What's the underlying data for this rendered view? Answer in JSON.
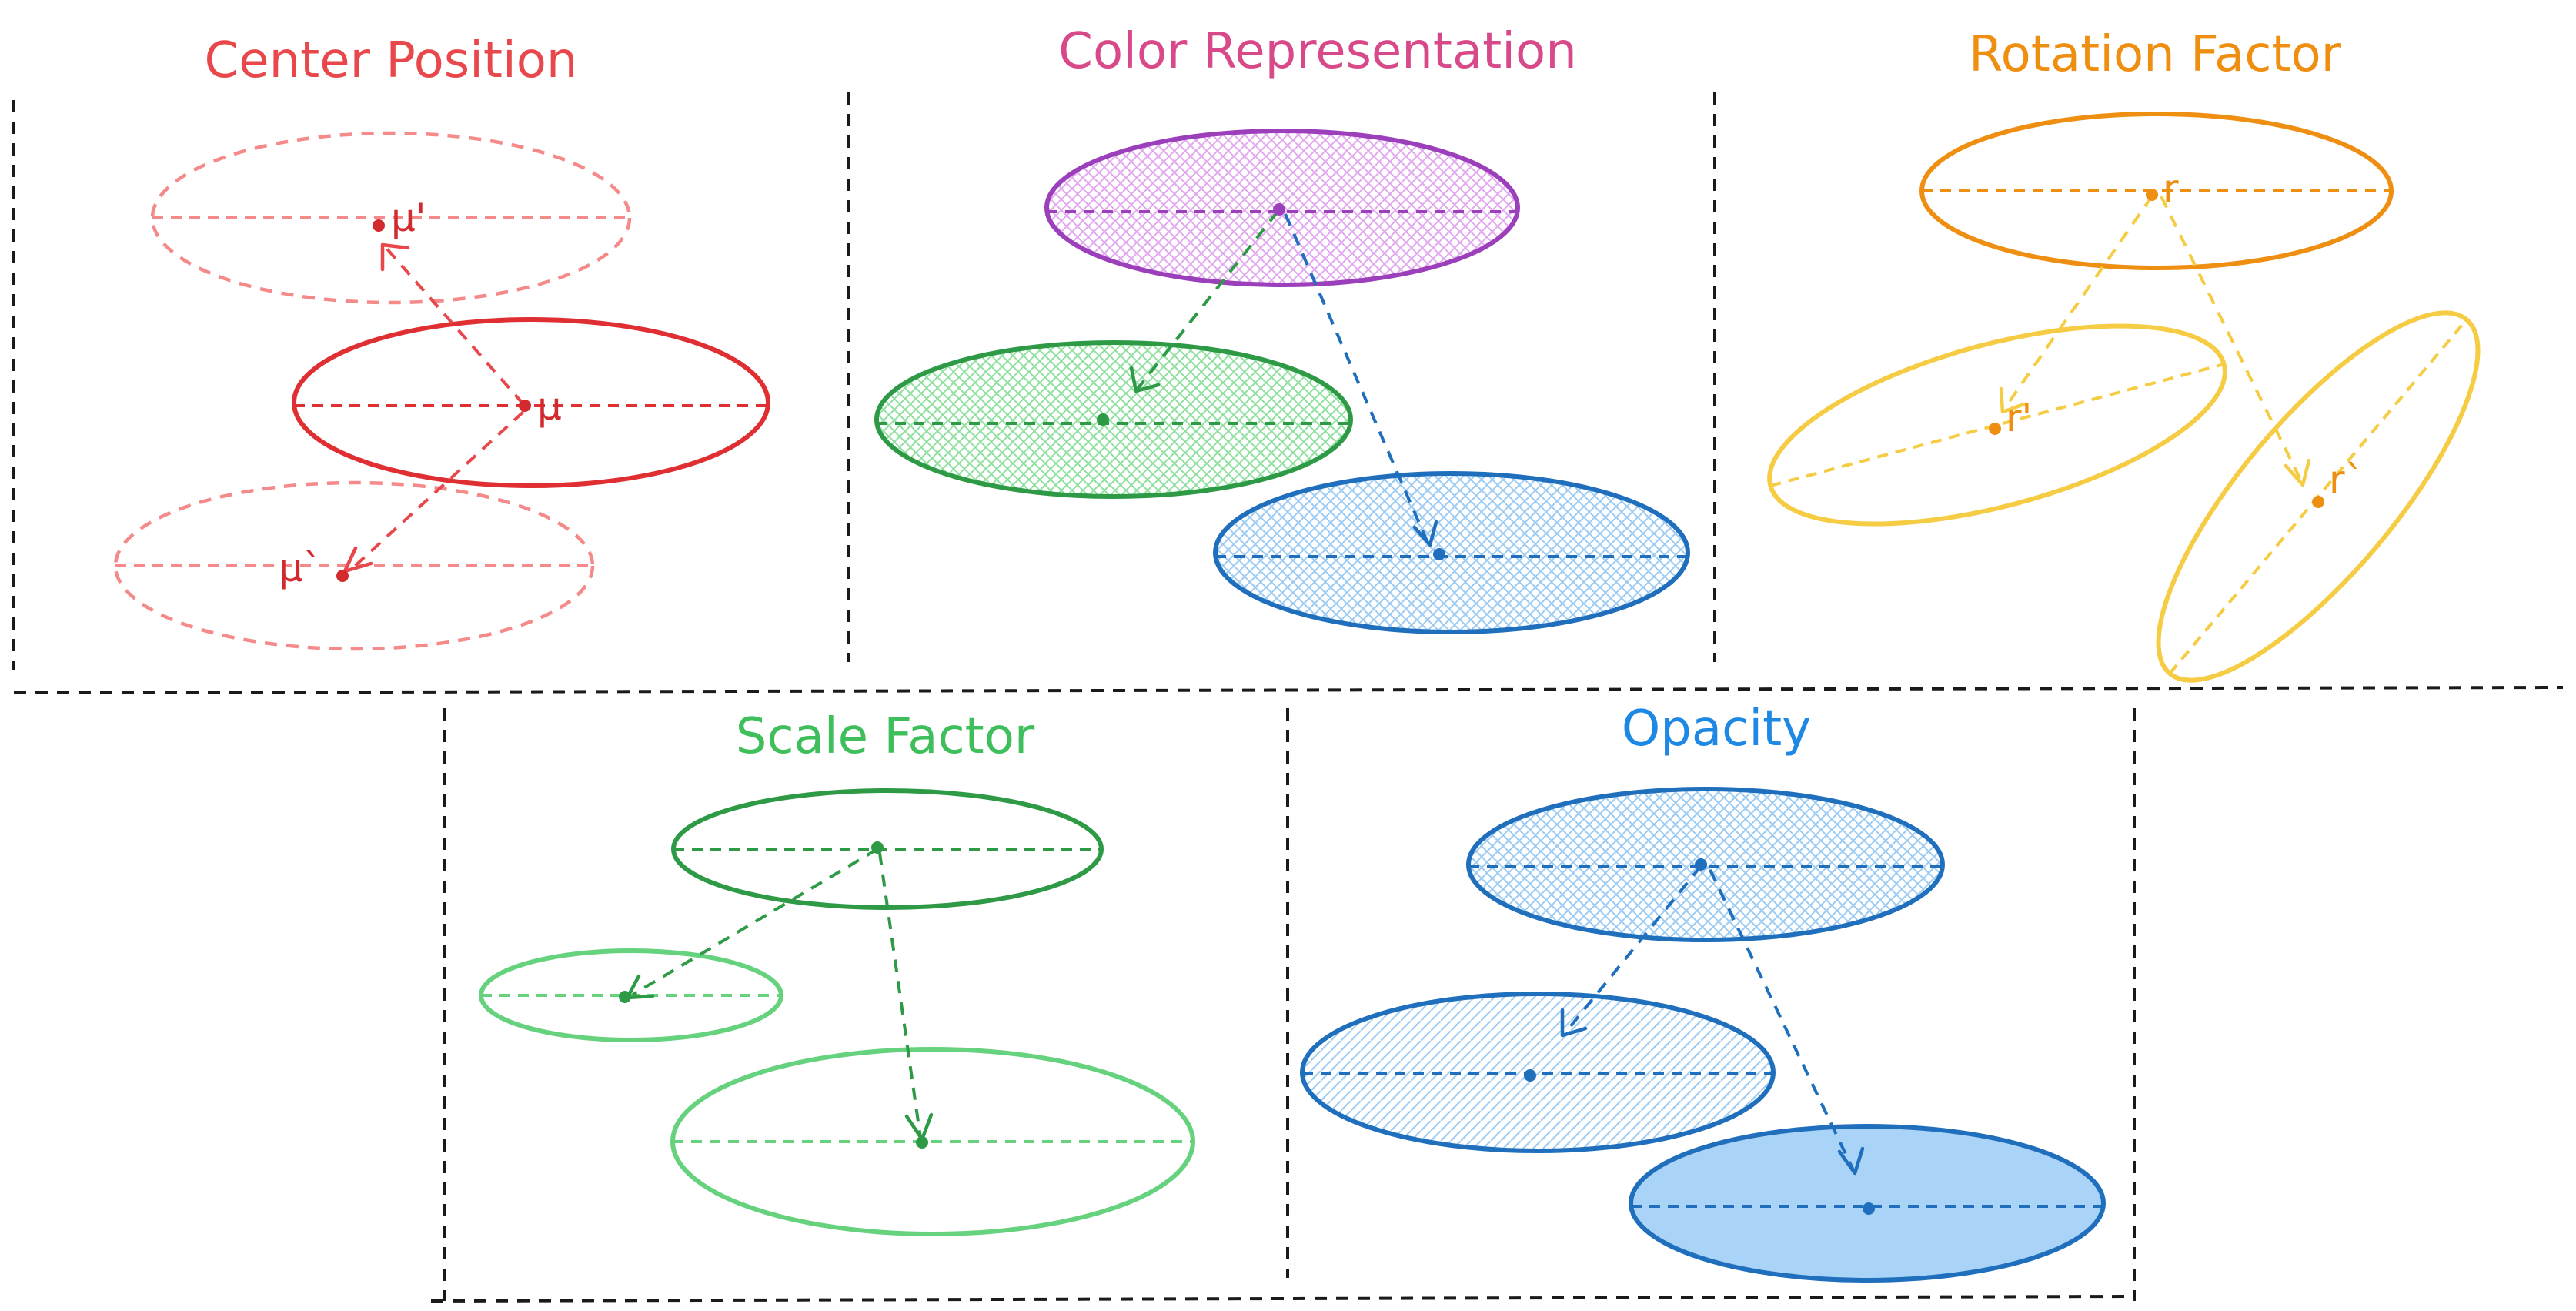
{
  "panels": {
    "center_position": {
      "title": "Center Position",
      "color": "#e8474b",
      "labels": [
        "μ'",
        "μ",
        "μ`"
      ]
    },
    "color_representation": {
      "title": "Color Representation",
      "color": "#d8498a"
    },
    "rotation_factor": {
      "title": "Rotation Factor",
      "color": "#ef8f12",
      "labels": [
        "r",
        "r'",
        "r`"
      ]
    },
    "scale_factor": {
      "title": "Scale Factor",
      "color": "#3fbf5c"
    },
    "opacity": {
      "title": "Opacity",
      "color": "#1e88e5"
    }
  },
  "colors": {
    "red": "#e02f33",
    "red_light": "#f58a8a",
    "purple": "#9c3fba",
    "purple_fill": "#e7b3f2",
    "green": "#2e9a46",
    "green_light": "#66d27e",
    "green_fill": "#8fe09f",
    "blue": "#1f6fbd",
    "blue_fill": "#a7d1f5",
    "blue_solid": "#a9d3f7",
    "orange": "#ef8f12",
    "yellow": "#f5cc43"
  }
}
